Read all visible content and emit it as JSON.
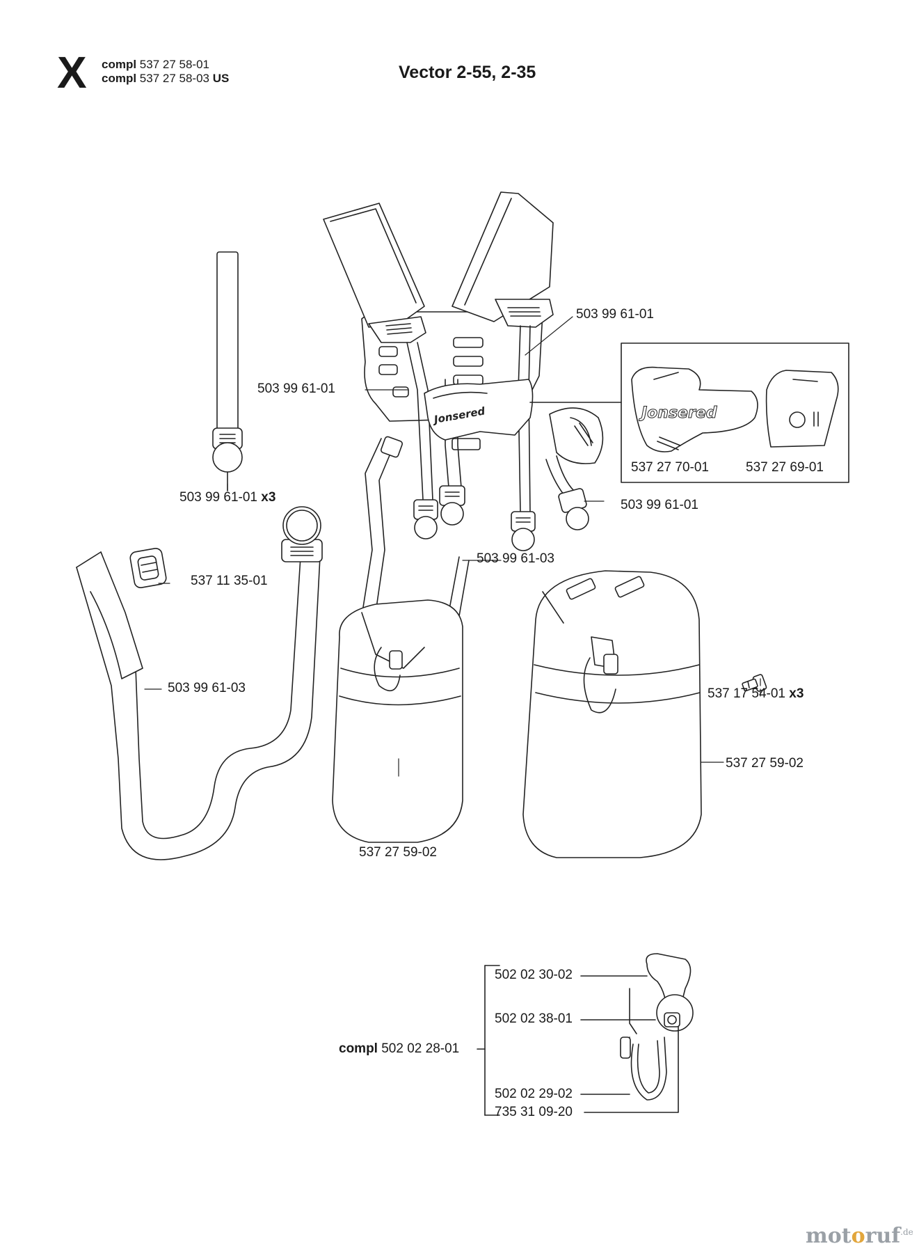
{
  "header": {
    "section_letter": "X",
    "compl_label": "compl",
    "kit_1": "537 27 58-01",
    "kit_2": "537 27 58-03",
    "kit_2_suffix": "US",
    "title": "Vector 2-55, 2-35"
  },
  "labels": {
    "strap_right": "503 99 61-01",
    "strap_center": "503 99 61-01",
    "strap_left_x3": "503 99 61-01",
    "strap_low_right": "503 99 61-01",
    "x3": "x3",
    "inset_left": "537 27 70-01",
    "inset_right": "537 27 69-01",
    "buckle": "537 11 35-01",
    "long_strap": "503 99 61-03",
    "harness_strap": "503 99 61-03",
    "screw": "537 17 54-01",
    "bag_right": "537 27 59-02",
    "bag_left": "537 27 59-02",
    "hook_top": "502 02 30-02",
    "hook_mid": "502 02 38-01",
    "hook_compl": "502 02 28-01",
    "hook_low": "502 02 29-02",
    "hook_bottom": "735 31 09-20"
  },
  "brand_on_parts": "Jonsered",
  "watermark": {
    "part1": "mot",
    "o": "o",
    "part2": "ruf",
    "suffix": ".de"
  }
}
